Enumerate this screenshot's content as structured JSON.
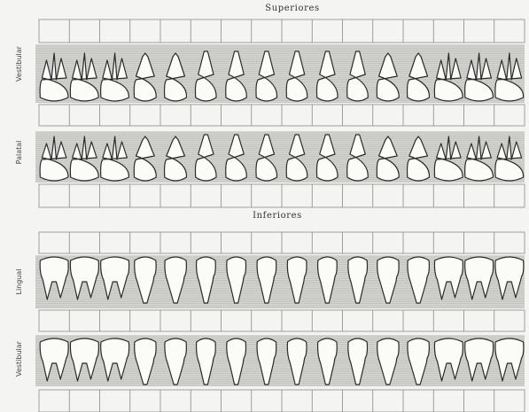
{
  "header": {
    "upper_title": "Superiores",
    "lower_title": "Inferiores"
  },
  "rows": {
    "upper_vestibular": {
      "label": "Vestibular"
    },
    "upper_palatal": {
      "label": "Palatal"
    },
    "lower_lingual": {
      "label": "Lingual"
    },
    "lower_vestibular": {
      "label": "Vestibular"
    }
  },
  "odontogram": {
    "teeth_per_row": 16,
    "upper_shapes": [
      "M",
      "M",
      "M",
      "P",
      "P",
      "C",
      "I",
      "I",
      "I",
      "I",
      "C",
      "P",
      "P",
      "M",
      "M",
      "M"
    ],
    "lower_shapes": [
      "M",
      "M",
      "M",
      "P",
      "P",
      "C",
      "I",
      "I",
      "I",
      "I",
      "C",
      "P",
      "P",
      "M",
      "M",
      "M"
    ]
  },
  "colors": {
    "ink": "#2a2a2a",
    "gum_band": "#b9b9b5",
    "grid": "#8a8a88",
    "paper": "#f4f4f2"
  }
}
